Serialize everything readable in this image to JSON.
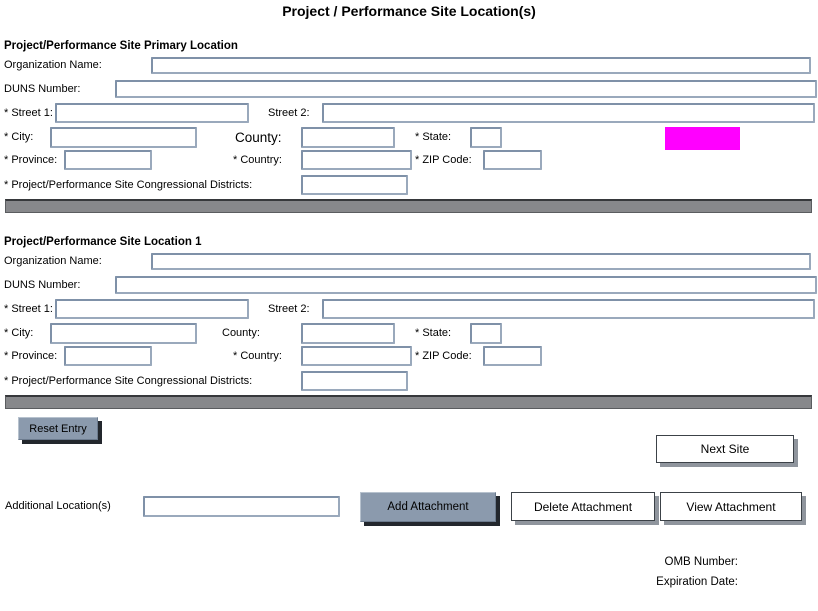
{
  "title": "Project / Performance Site Location(s)",
  "field_labels": {
    "organization_name": "Organization Name:",
    "duns_number": "DUNS Number:",
    "street1": "* Street 1:",
    "street2": "Street 2:",
    "city": "* City:",
    "county": "County:",
    "state": "* State:",
    "province": "* Province:",
    "country": "* Country:",
    "zip": "* ZIP Code:",
    "congressional_districts": "* Project/Performance Site Congressional Districts:"
  },
  "sections": [
    {
      "heading": "Project/Performance Site Primary Location",
      "values": {
        "organization_name": "",
        "duns_number": "",
        "street1": "",
        "street2": "",
        "city": "",
        "county": "",
        "state": "",
        "province": "",
        "country": "",
        "zip": "",
        "congressional_districts": ""
      }
    },
    {
      "heading": "Project/Performance Site Location 1",
      "values": {
        "organization_name": "",
        "duns_number": "",
        "street1": "",
        "street2": "",
        "city": "",
        "county": "",
        "state": "",
        "province": "",
        "country": "",
        "zip": "",
        "congressional_districts": ""
      }
    }
  ],
  "buttons": {
    "reset_entry": "Reset Entry",
    "next_site": "Next Site",
    "add_attachment": "Add Attachment",
    "delete_attachment": "Delete Attachment",
    "view_attachment": "View  Attachment"
  },
  "additional_locations": {
    "label": "Additional Location(s)",
    "value": ""
  },
  "footer": {
    "omb_number_label": "OMB Number:",
    "expiration_date_label": "Expiration Date:"
  },
  "colors": {
    "highlight": "#ff00ff",
    "section_divider": "#87888b",
    "action_button": "#8b9aad",
    "input_border": "#8a9ab0"
  }
}
